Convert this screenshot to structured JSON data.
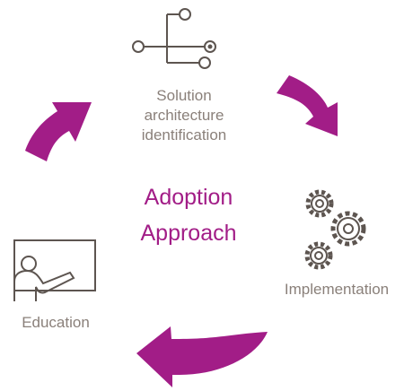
{
  "title": {
    "line1": "Adoption",
    "line2": "Approach"
  },
  "steps": [
    {
      "icon": "network-nodes-icon",
      "label_lines": [
        "Solution",
        "architecture",
        "identification"
      ]
    },
    {
      "icon": "gears-icon",
      "label": "Implementation"
    },
    {
      "icon": "teacher-board-icon",
      "label": "Education"
    }
  ],
  "colors": {
    "accent": "#a21d87",
    "icon": "#5d5550",
    "label": "#8a807a"
  }
}
